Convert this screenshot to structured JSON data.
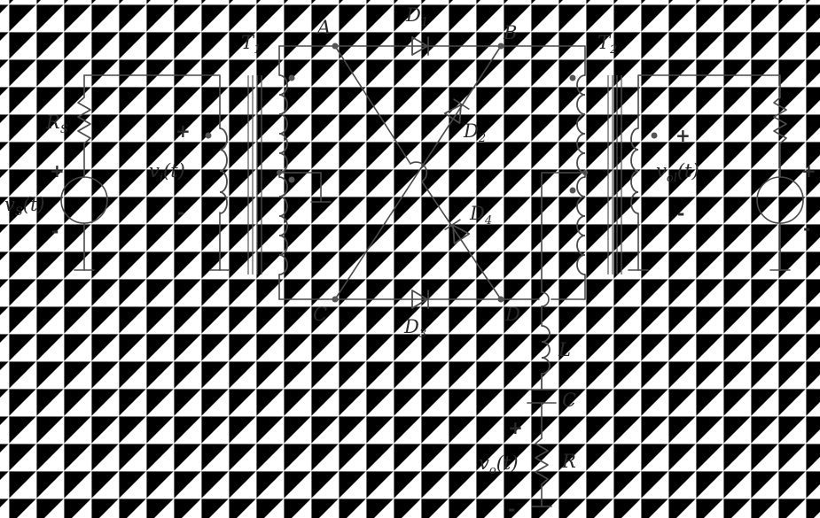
{
  "diagram": {
    "transformers": {
      "t1": {
        "name": "T",
        "sub": "1"
      },
      "t2": {
        "name": "T",
        "sub": "2"
      }
    },
    "nodes": {
      "a": "A",
      "b": "B",
      "c": "C",
      "d": "D"
    },
    "diodes": {
      "d1": {
        "name": "D",
        "sub": "1"
      },
      "d2": {
        "name": "D",
        "sub": "2"
      },
      "d3": {
        "name": "D",
        "sub": "3"
      },
      "d4": {
        "name": "D",
        "sub": "4"
      }
    },
    "source_left": {
      "resistor": {
        "name": "R",
        "sub": "S"
      },
      "voltage": {
        "name": "v",
        "sub": "S",
        "arg": "(t)"
      },
      "plus": "+",
      "minus": "-"
    },
    "input": {
      "voltage": {
        "name": "v",
        "sub": "i",
        "arg": "(t)"
      },
      "plus": "+",
      "minus": "-"
    },
    "local_osc": {
      "voltage": {
        "name": "v",
        "sub": "ol",
        "arg": "(t)"
      },
      "plus": "+",
      "minus": "-",
      "src_plus": "+",
      "src_minus": "-"
    },
    "output": {
      "inductor": "L",
      "capacitor": "C",
      "resistor": "R",
      "voltage": {
        "name": "v",
        "sub": "o",
        "arg": "(t)"
      },
      "plus": "+",
      "minus": "-"
    }
  }
}
